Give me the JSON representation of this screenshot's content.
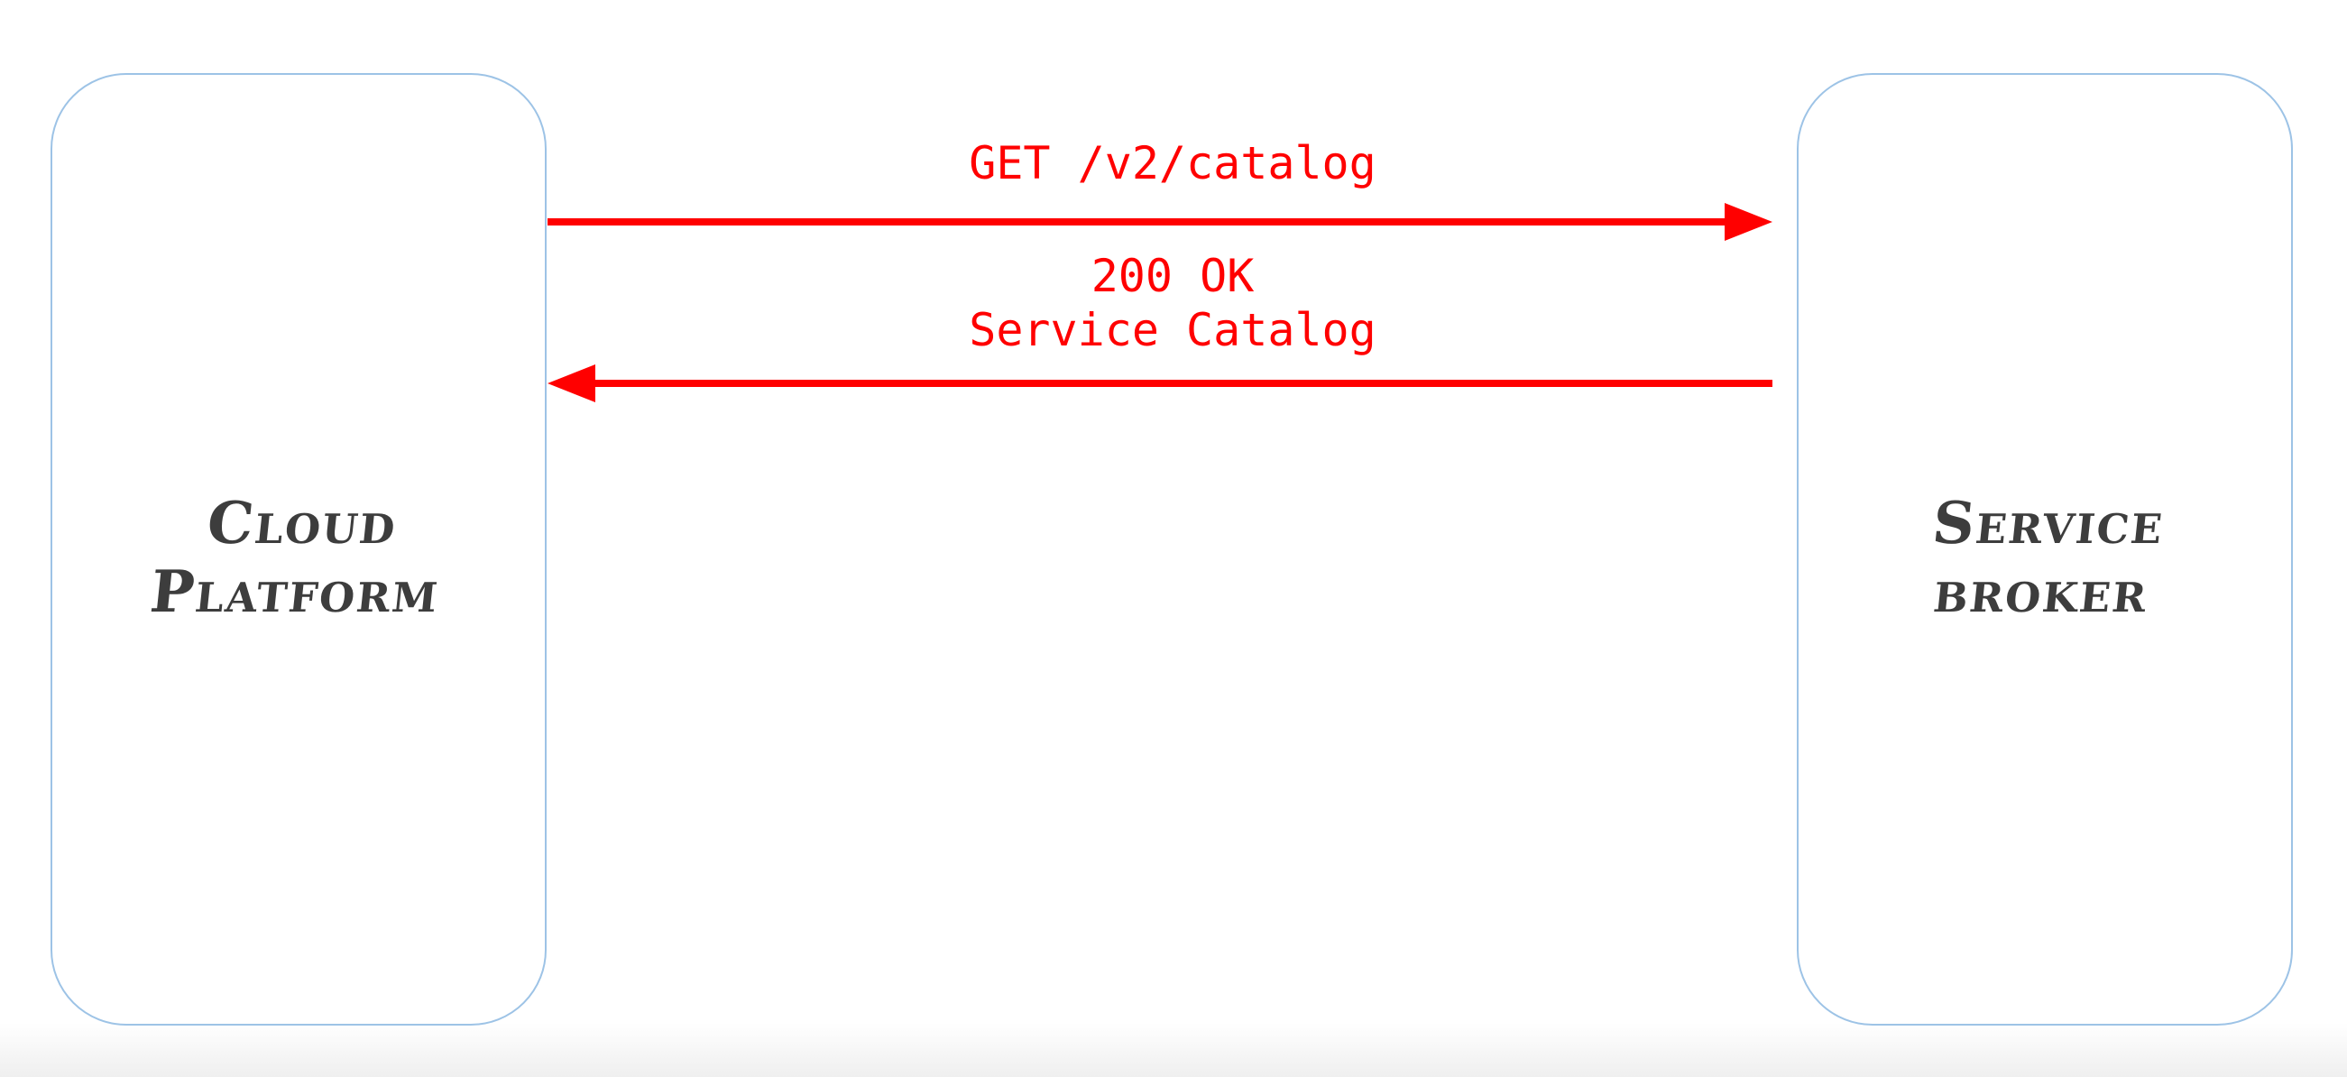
{
  "nodes": {
    "cloud_platform": {
      "label": "Cloud\nPlatform"
    },
    "service_broker": {
      "label": "Service\nbroker"
    }
  },
  "messages": {
    "request": {
      "label": "GET /v2/catalog"
    },
    "response": {
      "line1": "200 OK",
      "line2": "Service Catalog"
    }
  },
  "colors": {
    "arrow": "#ff0000",
    "box_border": "#9dc3e6",
    "node_text": "#3d3d3d"
  }
}
